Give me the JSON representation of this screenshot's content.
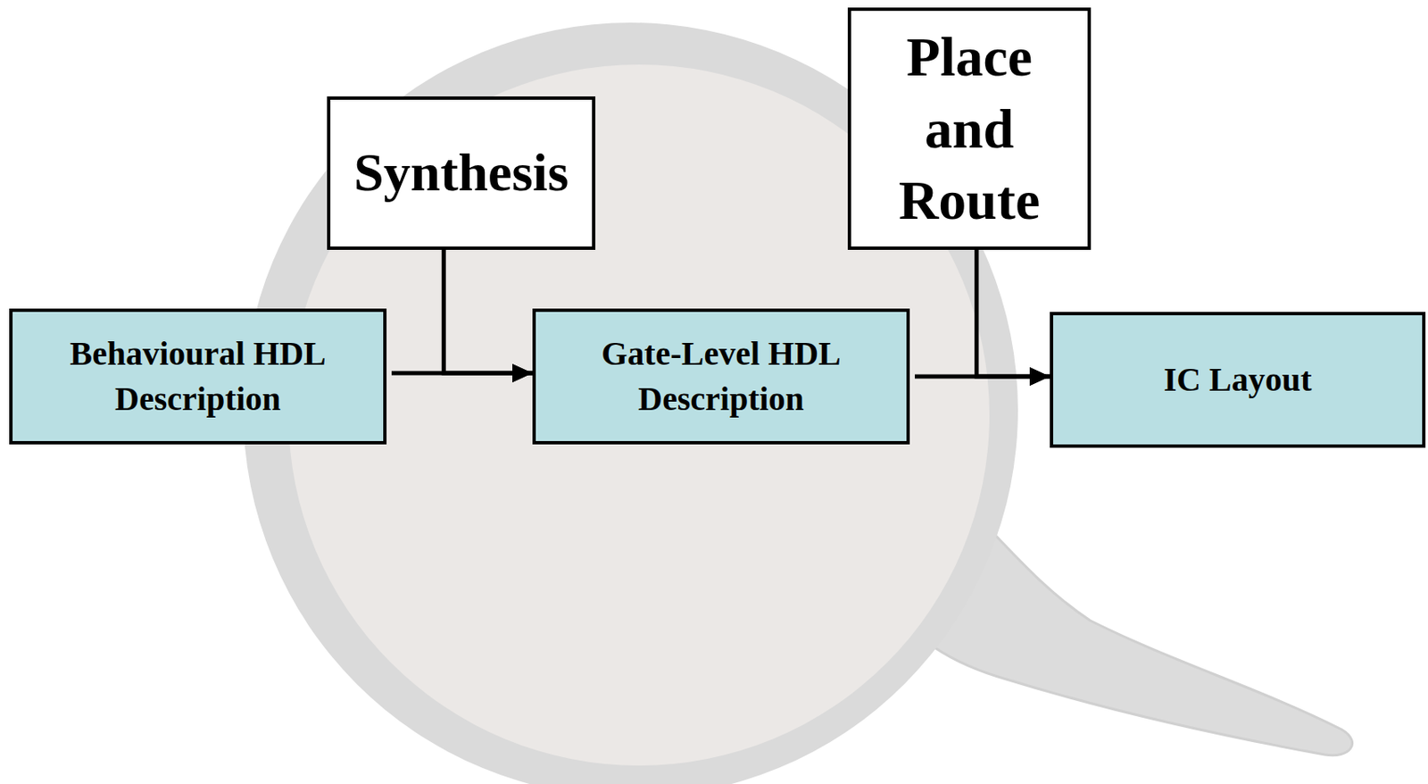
{
  "diagram": {
    "nodes": [
      {
        "text": [
          "Behavioural HDL Description"
        ]
      },
      {
        "text": [
          "Synthesis"
        ]
      },
      {
        "text": [
          "Gate-Level HDL Description"
        ]
      },
      {
        "text": [
          "Place and Route"
        ]
      },
      {
        "text": [
          "IC Layout"
        ]
      }
    ],
    "edges": [
      {
        "from": 0,
        "to": 2,
        "arrow": "to"
      },
      {
        "from": 1,
        "to": 2,
        "arrow": "to"
      },
      {
        "from": 2,
        "to": 4,
        "arrow": "to"
      },
      {
        "from": 3,
        "to": 4,
        "arrow": "to"
      }
    ]
  }
}
